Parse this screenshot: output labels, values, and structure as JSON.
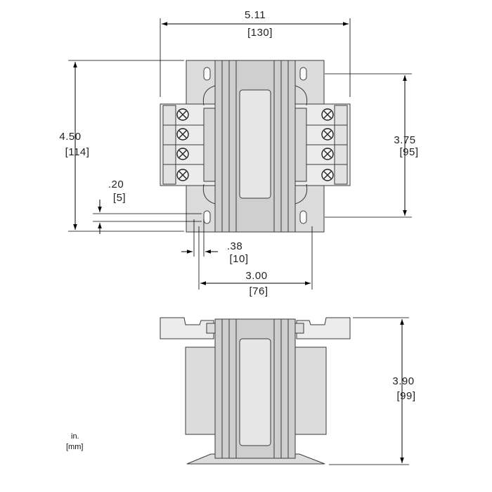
{
  "colors": {
    "body_fill": "#dcdcdc",
    "core_fill": "#cfcfcf",
    "window_fill": "#e6e6e6",
    "terminal_fill": "#ececec",
    "line": "#3a3a3a"
  },
  "dimensions": {
    "width_in": "5.11",
    "width_mm": "[130]",
    "height_in": "4.50",
    "height_mm": "[114]",
    "mount_height_in": "3.75",
    "mount_height_mm": "[95]",
    "slot_in": ".20",
    "slot_mm": "[5]",
    "slot_width_in": ".38",
    "slot_width_mm": "[10]",
    "mount_width_in": "3.00",
    "mount_width_mm": "[76]",
    "depth_in": "3.90",
    "depth_mm": "[99]"
  },
  "units": {
    "inch_label": "in.",
    "mm_label": "[mm]"
  }
}
